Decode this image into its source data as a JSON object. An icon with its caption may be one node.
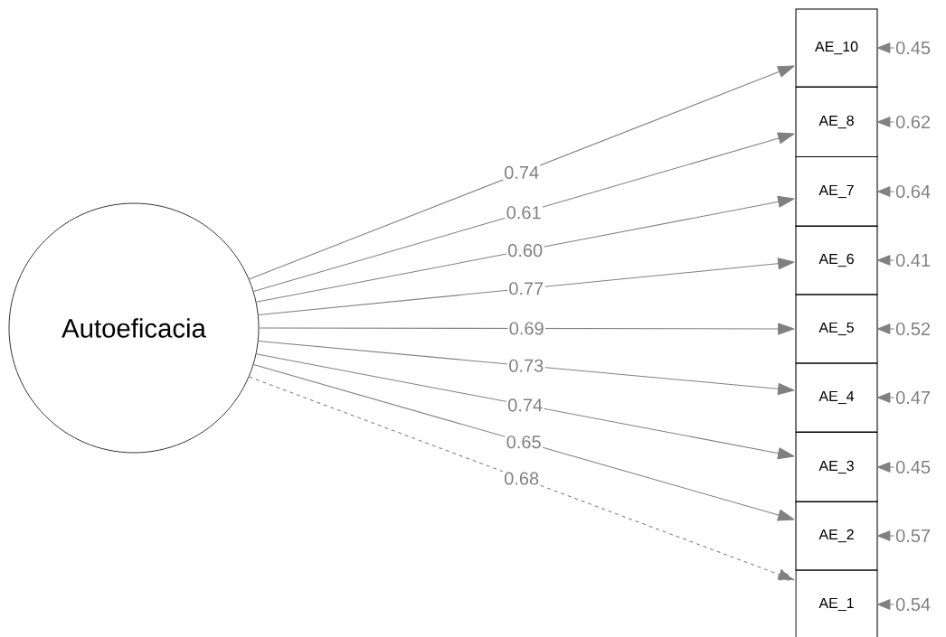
{
  "diagram": {
    "nodes": [
      {
        "text": [
          "Autoeficacia"
        ]
      },
      {
        "text": [
          "AE_10"
        ]
      },
      {
        "text": [
          "AE_8"
        ]
      },
      {
        "text": [
          "AE_7"
        ]
      },
      {
        "text": [
          "AE_6"
        ]
      },
      {
        "text": [
          "AE_5"
        ]
      },
      {
        "text": [
          "AE_4"
        ]
      },
      {
        "text": [
          "AE_3"
        ]
      },
      {
        "text": [
          "AE_2"
        ]
      },
      {
        "text": [
          "AE_1"
        ]
      }
    ],
    "edges": [
      {
        "from": 0,
        "to": 1,
        "arrow": "to",
        "label": "0.74"
      },
      {
        "from": 0,
        "to": 2,
        "arrow": "to",
        "label": "0.61"
      },
      {
        "from": 0,
        "to": 3,
        "arrow": "to",
        "label": "0.60"
      },
      {
        "from": 0,
        "to": 4,
        "arrow": "to",
        "label": "0.77"
      },
      {
        "from": 0,
        "to": 5,
        "arrow": "to",
        "label": "0.69"
      },
      {
        "from": 0,
        "to": 6,
        "arrow": "to",
        "label": "0.73"
      },
      {
        "from": 0,
        "to": 7,
        "arrow": "to",
        "label": "0.74"
      },
      {
        "from": 0,
        "to": 8,
        "arrow": "to",
        "label": "0.65"
      },
      {
        "from": 0,
        "to": 9,
        "arrow": "to",
        "label": "0.68",
        "style": "dashed"
      },
      {
        "from": null,
        "to": 1,
        "arrow": "to",
        "label": "0.45"
      },
      {
        "from": null,
        "to": 2,
        "arrow": "to",
        "label": "0.62"
      },
      {
        "from": null,
        "to": 3,
        "arrow": "to",
        "label": "0.64"
      },
      {
        "from": null,
        "to": 4,
        "arrow": "to",
        "label": "0.41"
      },
      {
        "from": null,
        "to": 5,
        "arrow": "to",
        "label": "0.52"
      },
      {
        "from": null,
        "to": 6,
        "arrow": "to",
        "label": "0.47"
      },
      {
        "from": null,
        "to": 7,
        "arrow": "to",
        "label": "0.45"
      },
      {
        "from": null,
        "to": 8,
        "arrow": "to",
        "label": "0.57"
      },
      {
        "from": null,
        "to": 9,
        "arrow": "to",
        "label": "0.54"
      }
    ]
  }
}
